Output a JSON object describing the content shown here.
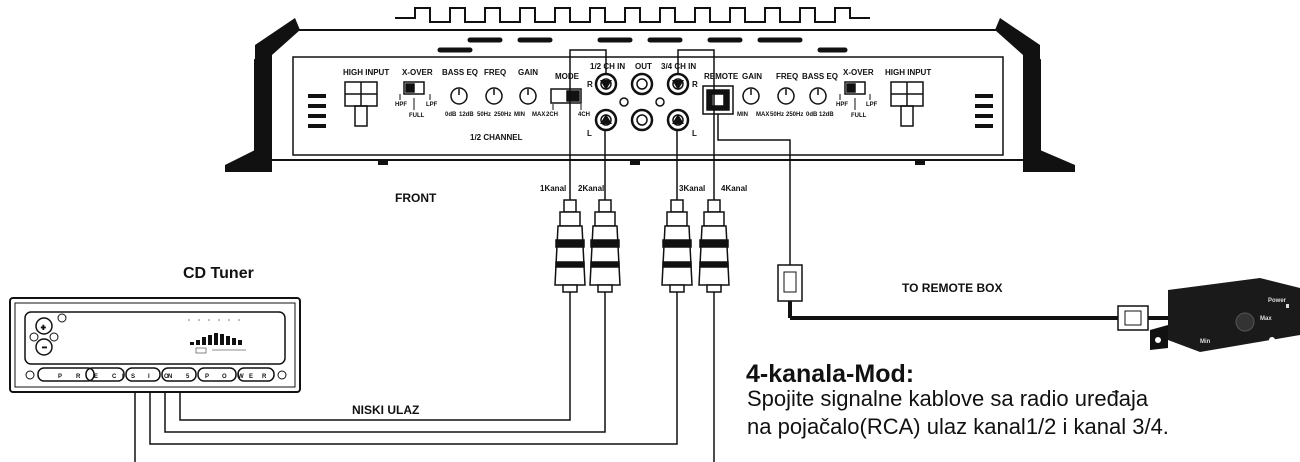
{
  "amplifier": {
    "view_label": "FRONT",
    "channel_label": "1/2 CHANNEL",
    "left": {
      "high_input": "HIGH INPUT",
      "xover": "X-OVER",
      "hpf": "HPF",
      "full": "FULL",
      "lpf": "LPF",
      "bass_eq": "BASS EQ",
      "bass_min": "0dB",
      "bass_max": "12dB",
      "freq": "FREQ",
      "freq_min": "50Hz",
      "freq_max": "250Hz",
      "gain": "GAIN",
      "gain_min": "MIN",
      "gain_max": "MAX",
      "mode": "MODE",
      "mode_2ch": "2CH",
      "mode_4ch": "4CH"
    },
    "center": {
      "ch12_in": "1/2 CH IN",
      "out": "OUT",
      "ch34_in": "3/4 CH IN",
      "r": "R",
      "l": "L"
    },
    "right": {
      "remote": "REMOTE",
      "gain": "GAIN",
      "gain_min": "MIN",
      "gain_max": "MAX",
      "freq": "FREQ",
      "freq_min": "50Hz",
      "freq_max": "250Hz",
      "bass_eq": "BASS EQ",
      "bass_min": "0dB",
      "bass_max": "12dB",
      "xover": "X-OVER",
      "hpf": "HPF",
      "full": "FULL",
      "lpf": "LPF",
      "high_input": "HIGH INPUT"
    }
  },
  "channels": [
    "1Kanal",
    "2Kanal",
    "3Kanal",
    "4Kanal"
  ],
  "cd_tuner": {
    "title": "CD Tuner",
    "buttons": [
      "P",
      "R",
      "E",
      "C",
      "I",
      "S",
      "I",
      "O",
      "N",
      "5",
      "P",
      "O",
      "W",
      "E",
      "R"
    ]
  },
  "wiring": {
    "low_input": "NISKI ULAZ",
    "remote_box": "TO REMOTE BOX"
  },
  "remote_box": {
    "power": "Power",
    "min": "Min",
    "max": "Max"
  },
  "description": {
    "title": "4-kanala-Mod:",
    "line1": "Spojite signalne kablove sa radio uređaja",
    "line2": "na pojačalo(RCA) ulaz kanal1/2 i kanal 3/4."
  }
}
